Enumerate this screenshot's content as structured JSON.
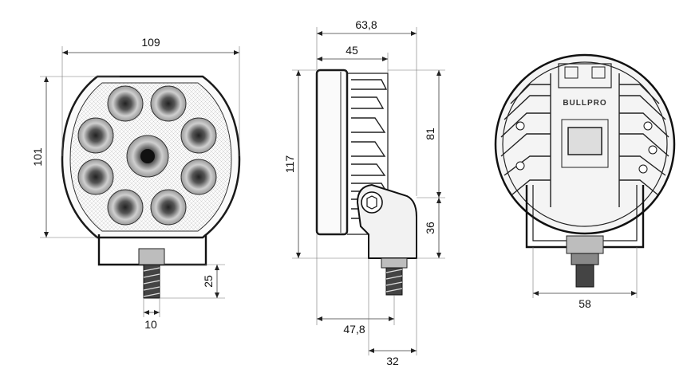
{
  "diagram": {
    "front_view": {
      "width_label": "109",
      "height_label": "101",
      "stud_length_label": "25",
      "stud_diameter_label": "10"
    },
    "side_view": {
      "overall_depth_label": "63,8",
      "housing_depth_label": "45",
      "total_height_label": "117",
      "lens_height_label": "81",
      "bracket_height_label": "36",
      "mount_offset_label": "47,8",
      "bracket_width_label": "32"
    },
    "rear_view": {
      "brand_text": "BULLPRO",
      "bracket_width_label": "58"
    }
  }
}
